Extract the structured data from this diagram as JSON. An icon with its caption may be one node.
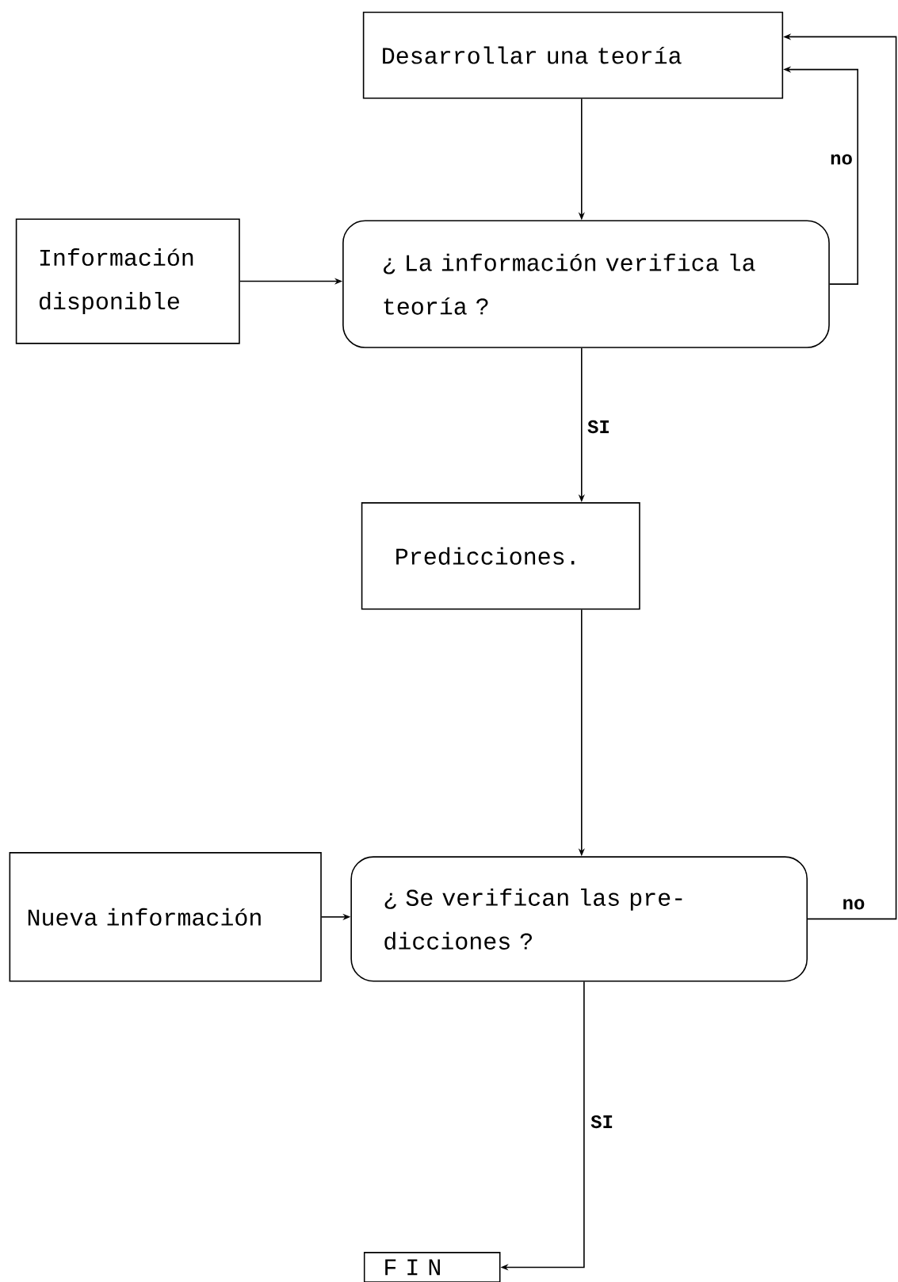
{
  "diagram": {
    "nodes": [
      {
        "text": [
          "Desarrollar una teoría"
        ]
      },
      {
        "text": [
          "Información disponible"
        ]
      },
      {
        "text": [
          "¿ La información verifica la teoría ?"
        ]
      },
      {
        "text": [
          "Predicciones."
        ]
      },
      {
        "text": [
          "Nueva información"
        ]
      },
      {
        "text": [
          "¿ Se verifican las pre- dicciones ?"
        ]
      },
      {
        "text": [
          "F I N"
        ]
      }
    ],
    "edges": [
      {
        "from": 0,
        "to": 2,
        "arrow": "to"
      },
      {
        "from": 1,
        "to": 2,
        "arrow": "to"
      },
      {
        "from": 2,
        "to": 0,
        "arrow": "to",
        "label": "no"
      },
      {
        "from": 2,
        "to": 3,
        "arrow": "to",
        "label": "SI"
      },
      {
        "from": 3,
        "to": 5,
        "arrow": "to"
      },
      {
        "from": 4,
        "to": 5,
        "arrow": "to"
      },
      {
        "from": 5,
        "to": 0,
        "arrow": "to",
        "label": "no"
      },
      {
        "from": 5,
        "to": 6,
        "arrow": "to",
        "label": "SI"
      }
    ]
  }
}
